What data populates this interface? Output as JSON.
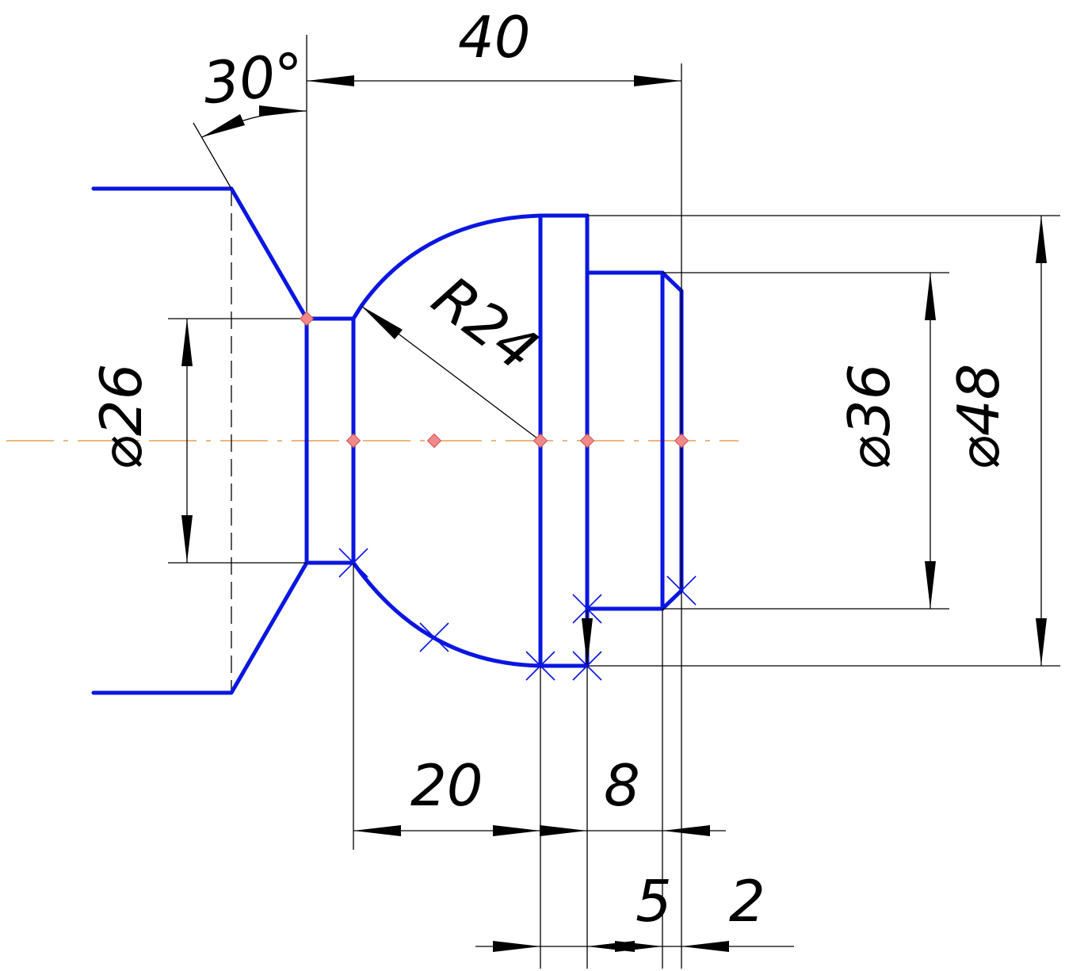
{
  "drawing": {
    "dimensions": {
      "angle": "30°",
      "overall_length": "40",
      "radius": "R24",
      "dia_small": "⌀26",
      "dia_collar": "⌀36",
      "dia_large": "⌀48",
      "len_sphere": "20",
      "len_flange": "8",
      "len_collar": "5",
      "len_chamfer": "2"
    },
    "colors": {
      "part_outline": "#0a16e0",
      "dimension_lines": "#000000",
      "center_axis": "#e08a30",
      "snap_points": "#f08a8a"
    }
  }
}
